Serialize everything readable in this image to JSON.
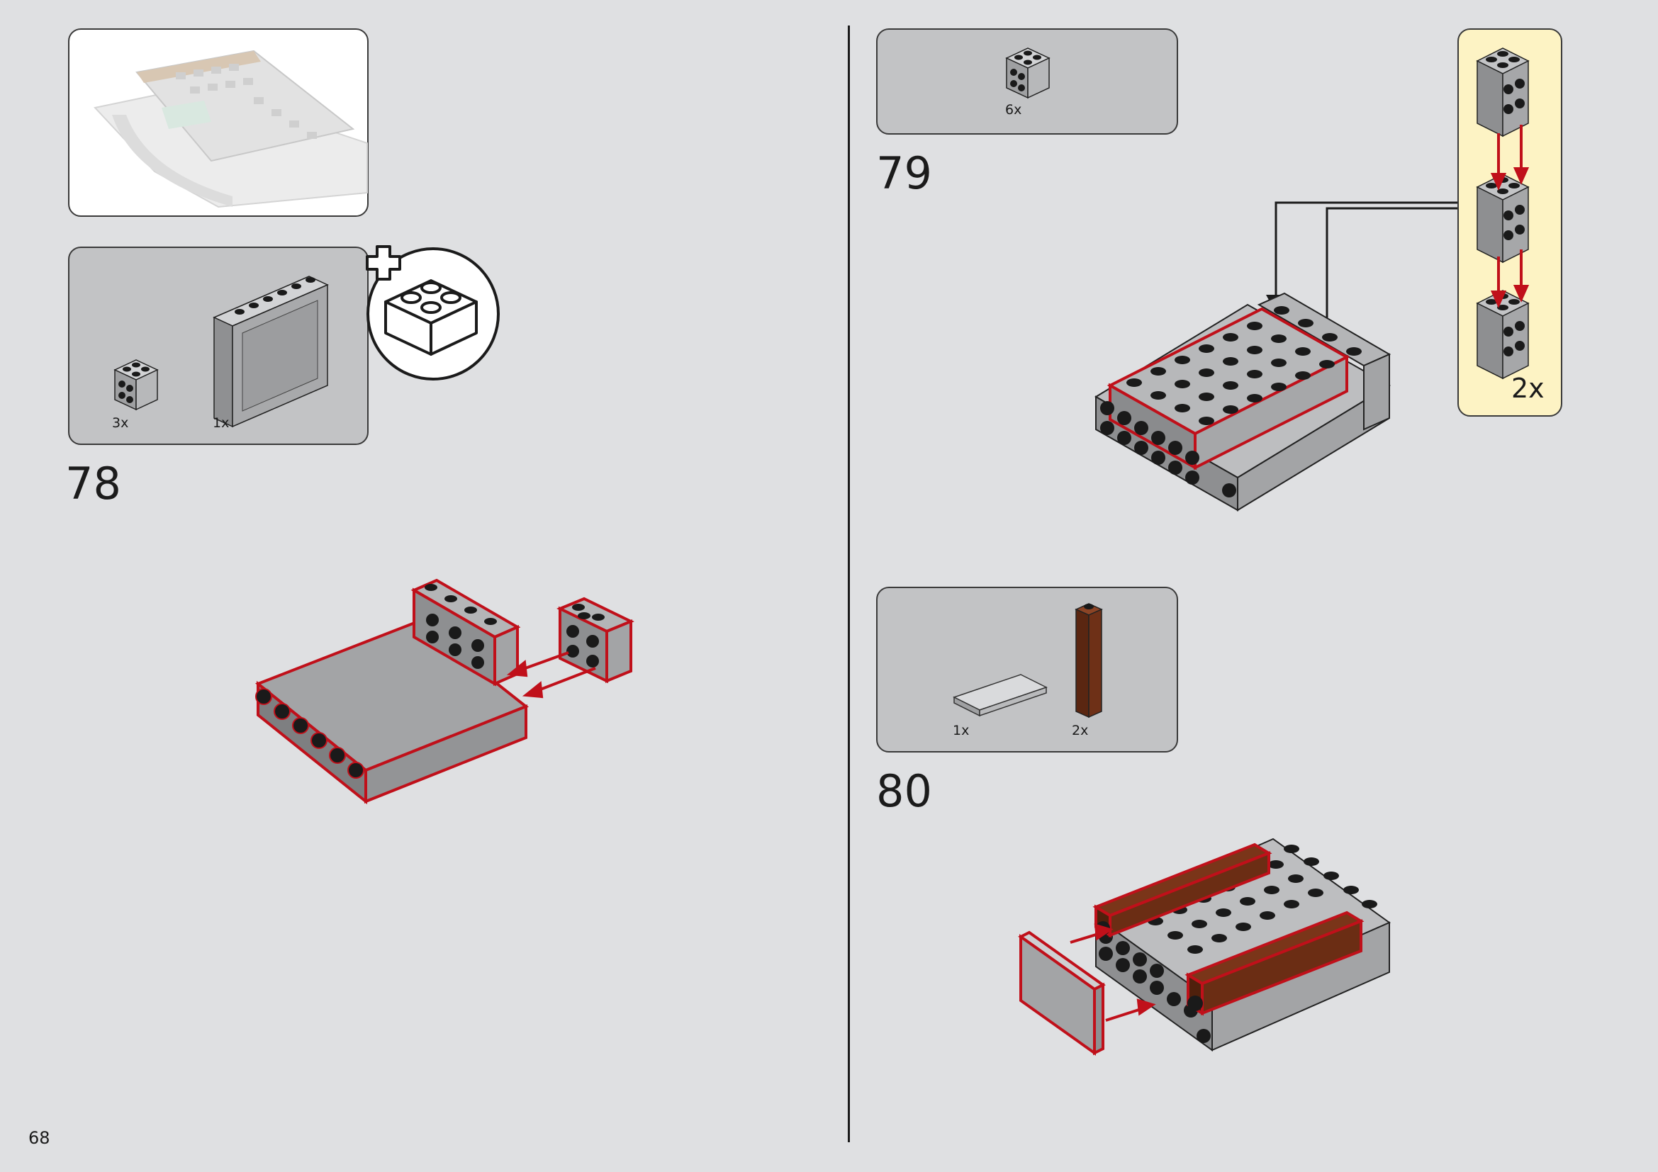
{
  "page": {
    "number": "68"
  },
  "steps": [
    {
      "number": "78",
      "parts": [
        {
          "qty": "3x",
          "icon": "brick-2x2-grey"
        },
        {
          "qty": "1x",
          "icon": "panel-1x6x5-grey"
        }
      ],
      "badge": "add-sub-build-icon"
    },
    {
      "number": "79",
      "parts": [
        {
          "qty": "6x",
          "icon": "brick-2x2-grey"
        }
      ],
      "callout": {
        "multiplier": "2x"
      }
    },
    {
      "number": "80",
      "parts": [
        {
          "qty": "1x",
          "icon": "tile-2x4-grey"
        },
        {
          "qty": "2x",
          "icon": "brick-1x1x5-brown"
        }
      ]
    }
  ],
  "colors": {
    "background": "#dfe0e2",
    "parts_panel": "#c2c3c5",
    "callout": "#fdf3c4",
    "highlight": "#c0101a",
    "brick_grey": "#a4a5a7",
    "brick_brown": "#6b2d14"
  }
}
